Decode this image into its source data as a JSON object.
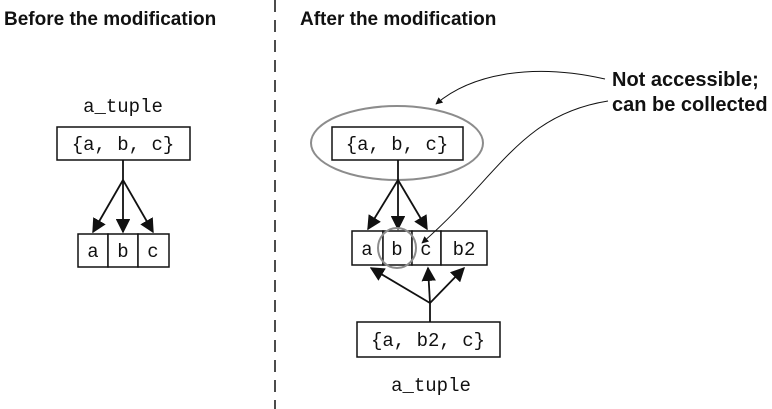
{
  "headings": {
    "before": "Before the modification",
    "after": "After the modification"
  },
  "callout": {
    "line1": "Not accessible;",
    "line2": "can be collected"
  },
  "before": {
    "variable": "a_tuple",
    "tuple": "{a, b, c}",
    "cells": [
      "a",
      "b",
      "c"
    ]
  },
  "after": {
    "old_tuple": "{a, b, c}",
    "cells": [
      "a",
      "b",
      "c",
      "b2"
    ],
    "new_tuple": "{a, b2, c}",
    "variable": "a_tuple"
  },
  "colors": {
    "ink": "#111111",
    "highlight_ring": "#8c8c8c"
  }
}
